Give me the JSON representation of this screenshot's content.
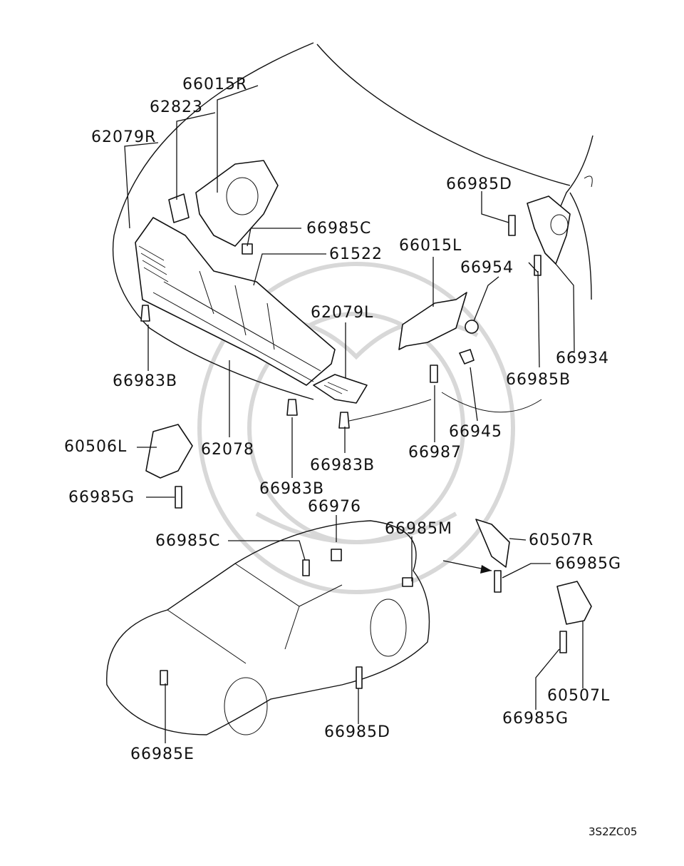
{
  "labels": {
    "p66015R": "66015R",
    "p62823": "62823",
    "p62079R": "62079R",
    "p66985C_top": "66985C",
    "p61522": "61522",
    "p66015L": "66015L",
    "p66985D_top": "66985D",
    "p66954": "66954",
    "p62079L": "62079L",
    "p66934": "66934",
    "p66983B_left": "66983B",
    "p66985B": "66985B",
    "p62078": "62078",
    "p66945": "66945",
    "p60506L": "60506L",
    "p66987": "66987",
    "p66983B_mid": "66983B",
    "p66983B_low": "66983B",
    "p66985G_left": "66985G",
    "p66976": "66976",
    "p66985M": "66985M",
    "p66985C_car": "66985C",
    "p60507R": "60507R",
    "p66985G_right": "66985G",
    "p60507L": "60507L",
    "p66985G_bottom": "66985G",
    "p66985D_bottom": "66985D",
    "p66985E": "66985E"
  },
  "diagram_code": "3S2ZC05"
}
